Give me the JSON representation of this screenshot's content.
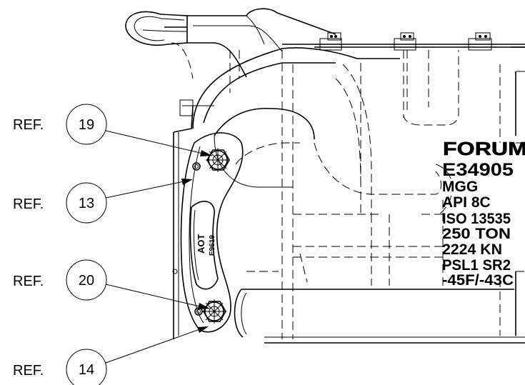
{
  "callouts": [
    {
      "prefix": "REF.",
      "number": "19"
    },
    {
      "prefix": "REF.",
      "number": "13"
    },
    {
      "prefix": "REF.",
      "number": "20"
    },
    {
      "prefix": "REF.",
      "number": "14"
    }
  ],
  "body_marking": {
    "brand": "FORUM",
    "lines": [
      "E34905",
      "MGG",
      "API 8C",
      "ISO 13535",
      "250 TON",
      "2224 KN",
      "PSL1 SR2",
      "-45F/-43C"
    ]
  },
  "link_marking": {
    "line1": "AOT",
    "line2": "E9619"
  }
}
